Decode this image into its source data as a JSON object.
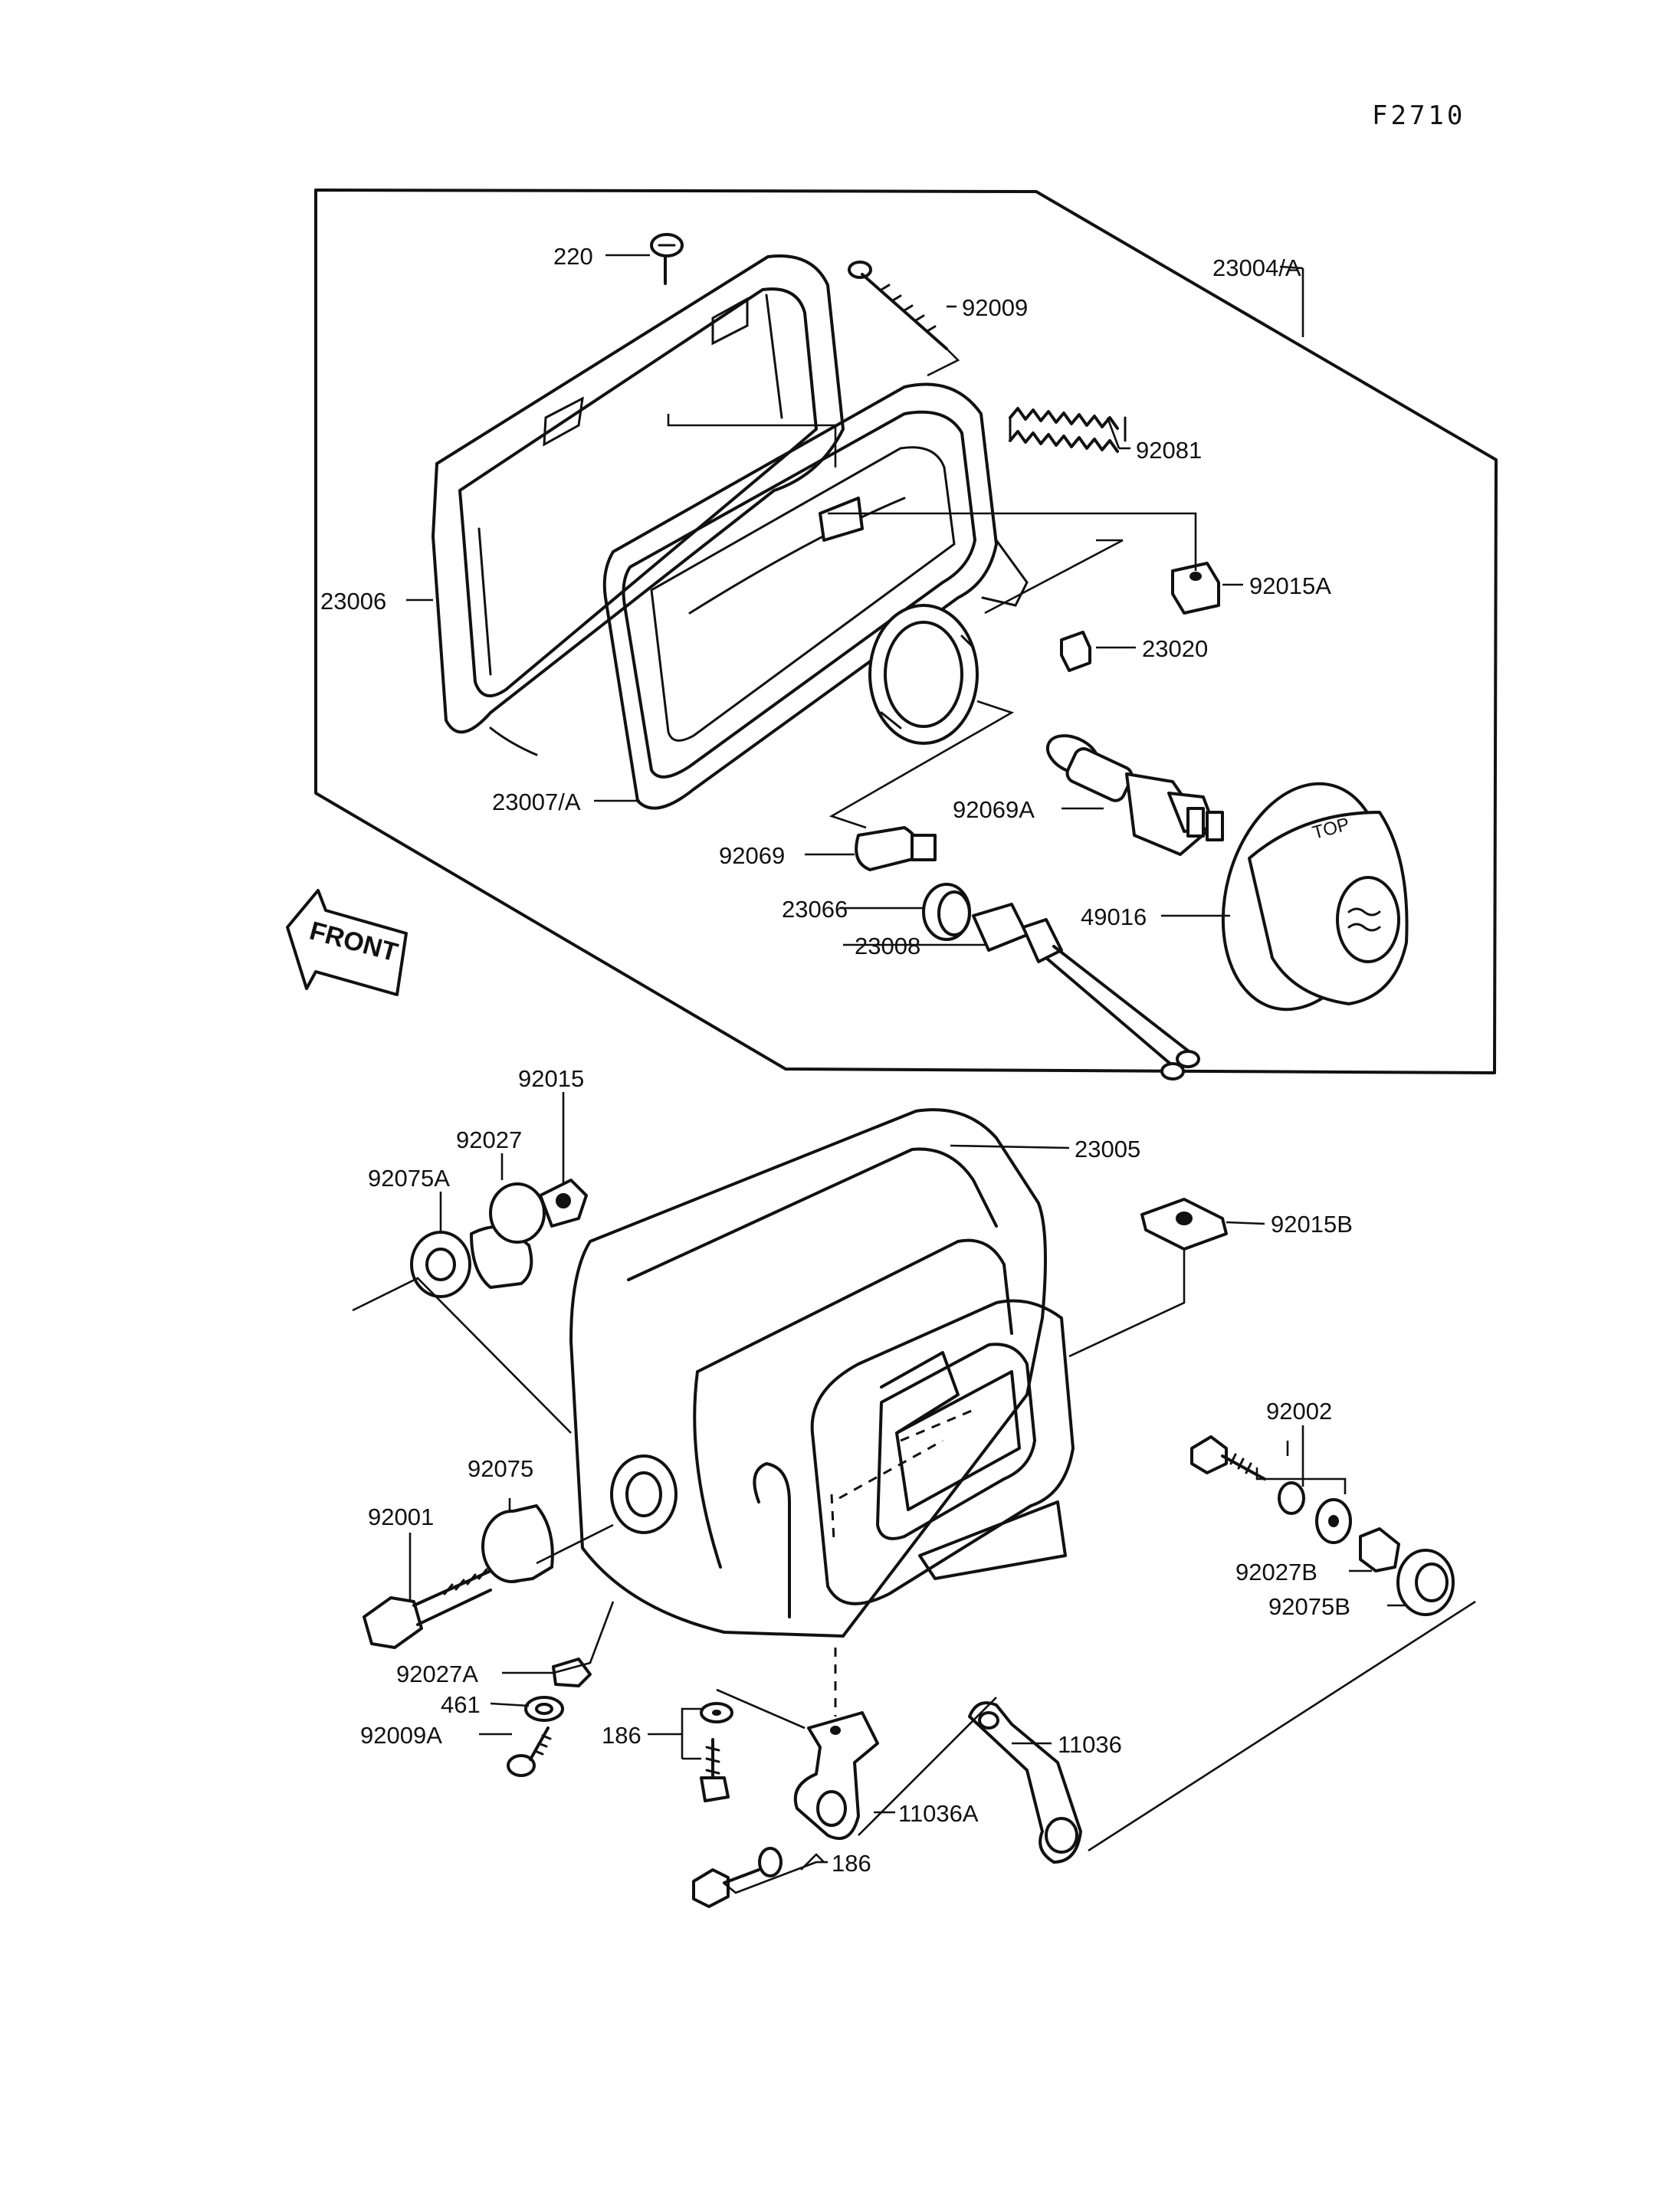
{
  "figure_code": "F2710",
  "front_label": "FRONT",
  "parts": {
    "p220": "220",
    "p92009": "92009",
    "p23004A": "23004/A",
    "p92081": "92081",
    "p92015A": "92015A",
    "p23006": "23006",
    "p23020": "23020",
    "p23007A": "23007/A",
    "p92069A": "92069A",
    "p92069": "92069",
    "p23066": "23066",
    "p49016": "49016",
    "p23008": "23008",
    "p92015": "92015",
    "p92027": "92027",
    "p23005": "23005",
    "p92075A": "92075A",
    "p92015B": "92015B",
    "p92002": "92002",
    "p92075": "92075",
    "p92001": "92001",
    "p92027B": "92027B",
    "p92075B": "92075B",
    "p92027A": "92027A",
    "p461": "461",
    "p92009A": "92009A",
    "p186a": "186",
    "p11036": "11036",
    "p11036A": "11036A",
    "p186b": "186"
  }
}
